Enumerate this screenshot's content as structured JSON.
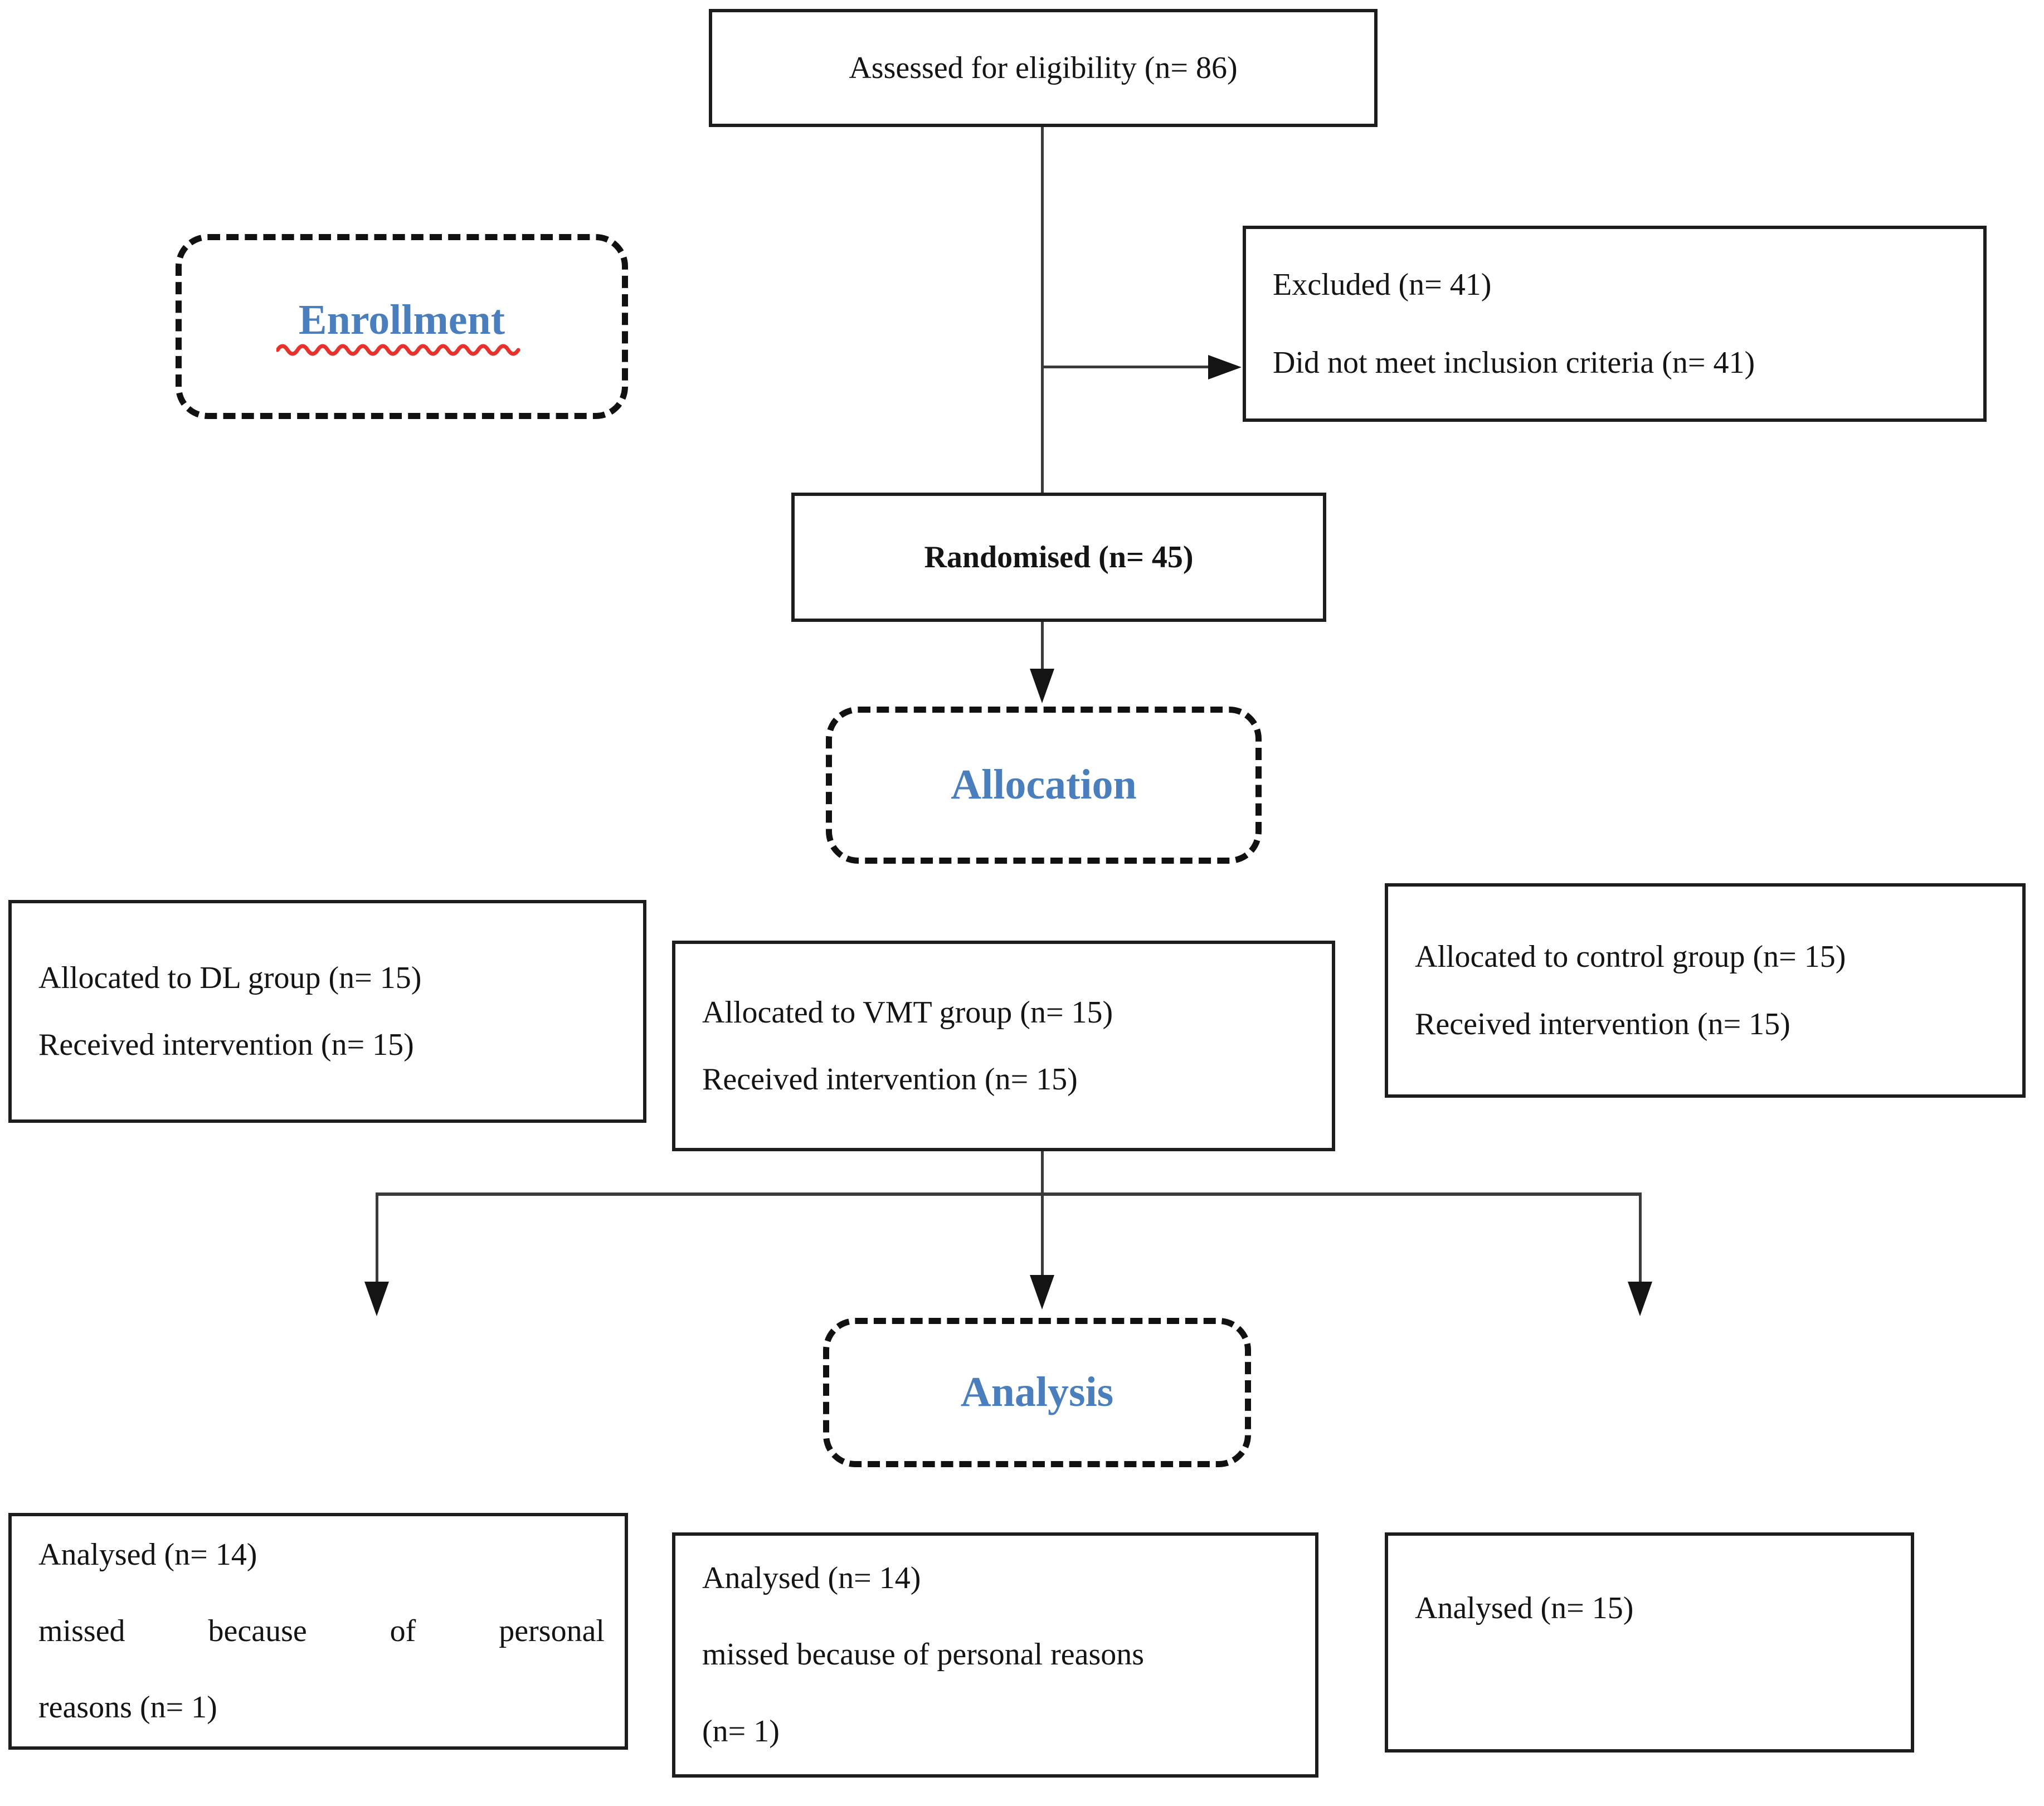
{
  "figure": {
    "assessed": "Assessed for eligibility (n= 86)",
    "enrollment_label": "Enrollment",
    "excluded": {
      "line1": "Excluded (n= 41)",
      "line2": "Did not meet inclusion criteria (n= 41)"
    },
    "randomised": "Randomised (n= 45)",
    "allocation_label": "Allocation",
    "alloc_dl": {
      "line1": "Allocated to DL group (n= 15)",
      "line2": "Received intervention (n= 15)"
    },
    "alloc_vmt": {
      "line1": "Allocated to VMT group (n= 15)",
      "line2": "Received intervention (n= 15)"
    },
    "alloc_control": {
      "line1": "Allocated to control group (n= 15)",
      "line2": "Received intervention (n= 15)"
    },
    "analysis_label": "Analysis",
    "analysed_dl": {
      "line1": "Analysed (n= 14)",
      "line2": "missed because of personal",
      "line3": "reasons (n= 1)"
    },
    "analysed_vmt": {
      "line1": "Analysed (n= 14)",
      "line2": "missed because of personal reasons",
      "line3": "(n= 1)"
    },
    "analysed_control": {
      "line1": "Analysed (n= 15)"
    }
  },
  "colors": {
    "label_blue": "#4a7ebd",
    "squiggle_red": "#e8312a",
    "border_dark": "#1d1d1d"
  }
}
